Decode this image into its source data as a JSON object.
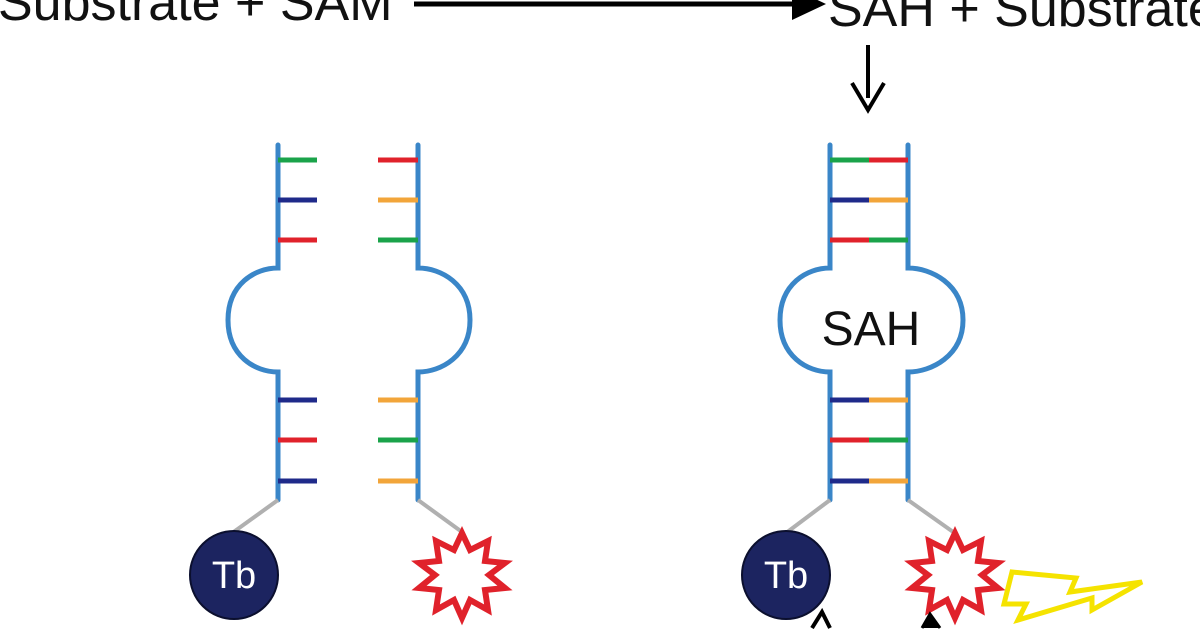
{
  "reaction": {
    "left_text": "Substrate + SAM",
    "right_text": "SAH + Substrate"
  },
  "aptamer_bound": {
    "pocket_label": "SAH"
  },
  "donor": {
    "left_label": "Tb",
    "right_label": "Tb"
  },
  "colors": {
    "strand": "#3a86c8",
    "base_green": "#1aa34a",
    "base_blue": "#1f2a8a",
    "base_red": "#e0222b",
    "base_orange": "#f2a53a",
    "tb_fill": "#1c2460",
    "acceptor_red": "#e0222b",
    "lightning_yellow": "#f5e300",
    "linker_gray": "#b0b0b0",
    "arrow": "#000000"
  },
  "icons": {
    "donor": "terbium-donor-circle",
    "acceptor": "fluorophore-star-icon",
    "emission": "lightning-bolt-icon"
  }
}
